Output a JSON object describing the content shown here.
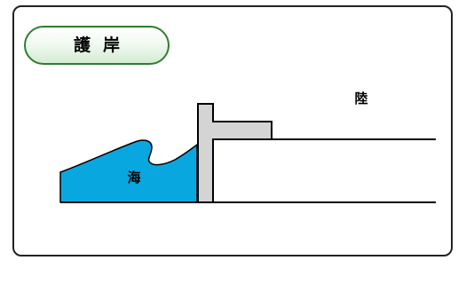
{
  "title": "護岸",
  "labels": {
    "sea": "海",
    "land": "陸"
  },
  "colors": {
    "border": "#222222",
    "title_border": "#2f7d32",
    "title_fill_top": "#ffffff",
    "title_fill_bottom": "#d3ecd2",
    "sea": "#09a7e0",
    "seawall": "#d4d4d4",
    "outline": "#000000"
  }
}
